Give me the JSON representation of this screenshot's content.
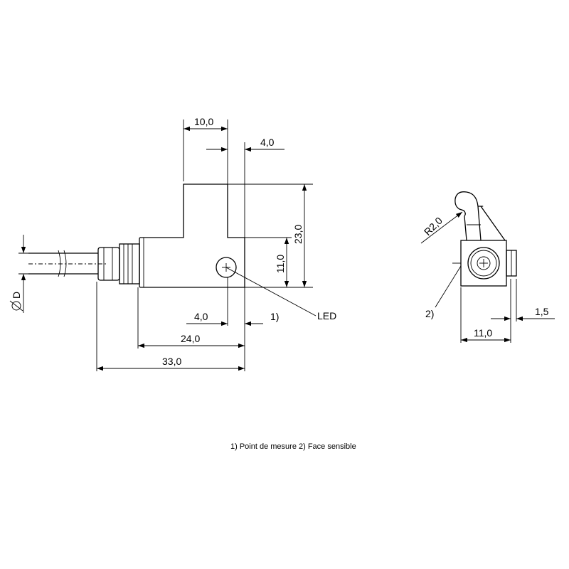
{
  "dimensions": {
    "width_top": "10,0",
    "offset_top": "4,0",
    "height_total": "23,0",
    "height_body": "11,0",
    "offset_bottom": "4,0",
    "length_body": "24,0",
    "length_total": "33,0",
    "diameter": "D",
    "radius": "R2,0",
    "side_width": "11,0",
    "side_offset": "1,5"
  },
  "labels": {
    "callout_1": "1)",
    "callout_2": "2)",
    "led": "LED"
  },
  "footnote": "1) Point de mesure  2) Face sensible"
}
